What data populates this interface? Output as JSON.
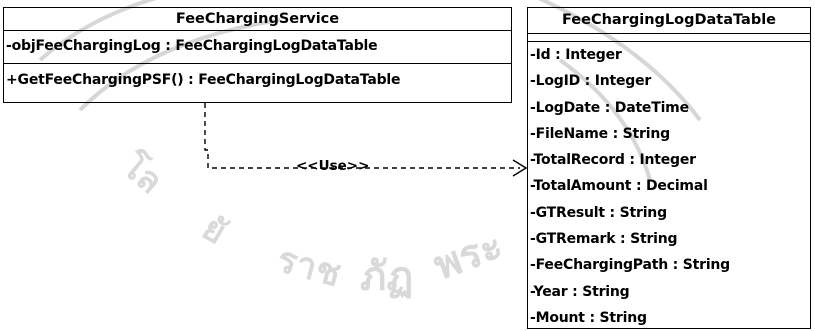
{
  "diagram": {
    "classes": [
      {
        "name": "FeeChargingService",
        "attributes": [
          "-objFeeChargingLog : FeeChargingLogDataTable"
        ],
        "operations": [
          "+GetFeeChargingPSF() : FeeChargingLogDataTable"
        ]
      },
      {
        "name": "FeeChargingLogDataTable",
        "attributes": [],
        "operations": [
          "-Id : Integer",
          "-LogID : Integer",
          "-LogDate : DateTime",
          "-FileName : String",
          "-TotalRecord : Integer",
          "-TotalAmount : Decimal",
          "-GTResult : String",
          "-GTRemark : String",
          "-FeeChargingPath : String",
          "-Year : String",
          "-Mount : String"
        ]
      }
    ],
    "relation": {
      "stereotype": "<<Use>>",
      "style": "dashed",
      "from": "FeeChargingService",
      "to": "FeeChargingLogDataTable"
    },
    "watermark_text": "มหาวิทยาลัยราชภัฏพระนครศรีอยุธยา",
    "watermark_color": "#d9d9d9"
  }
}
